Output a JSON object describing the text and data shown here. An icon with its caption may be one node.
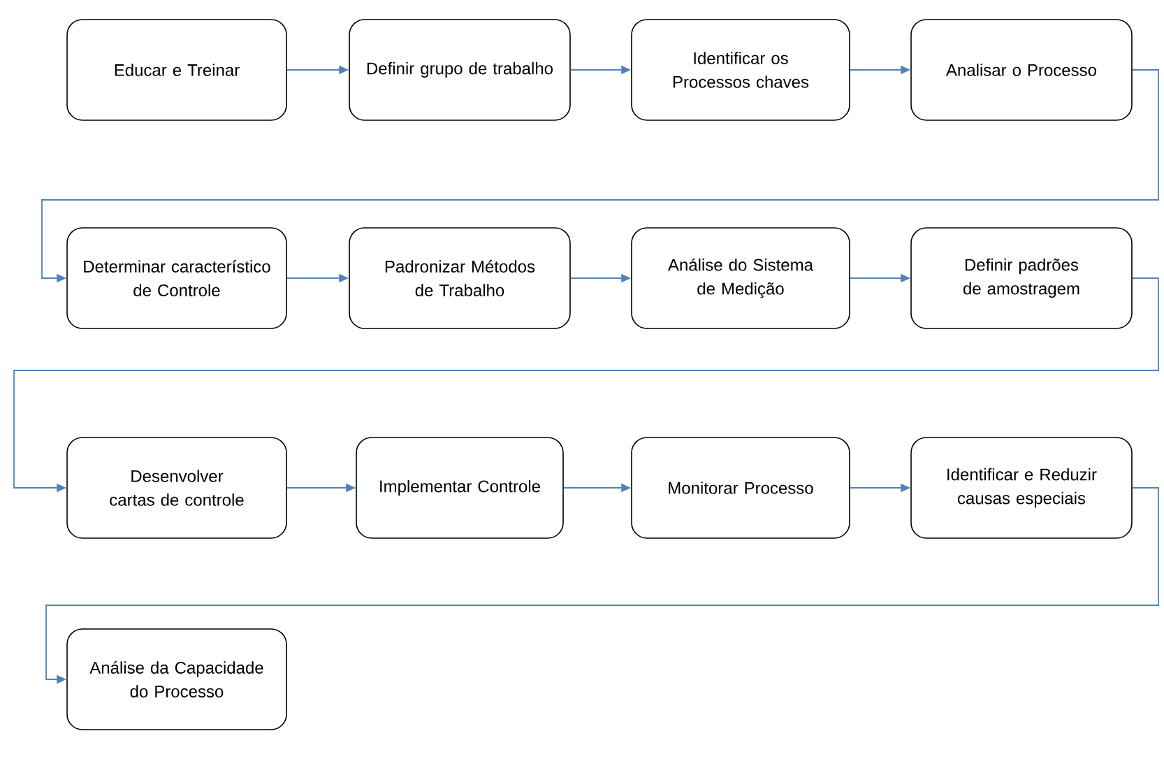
{
  "diagram": {
    "nodes": [
      {
        "text": [
          "Educar e Treinar"
        ]
      },
      {
        "text": [
          "Definir grupo de trabalho"
        ]
      },
      {
        "text": [
          "Identificar os Processos chaves"
        ]
      },
      {
        "text": [
          "Analisar o Processo"
        ]
      },
      {
        "text": [
          "Determinar característico de Controle"
        ]
      },
      {
        "text": [
          "Padronizar Métodos de Trabalho"
        ]
      },
      {
        "text": [
          "Análise do Sistema de Medição"
        ]
      },
      {
        "text": [
          "Definir padrões de amostragem"
        ]
      },
      {
        "text": [
          "Desenvolver cartas de controle"
        ]
      },
      {
        "text": [
          "Implementar Controle"
        ]
      },
      {
        "text": [
          "Monitorar Processo"
        ]
      },
      {
        "text": [
          "Identificar e Reduzir causas especiais"
        ]
      },
      {
        "text": [
          "Análise da Capacidade do Processo"
        ]
      }
    ],
    "edges": [
      {
        "from": 0,
        "to": 1,
        "arrow": "to"
      },
      {
        "from": 1,
        "to": 2,
        "arrow": "to"
      },
      {
        "from": 2,
        "to": 3,
        "arrow": "to"
      },
      {
        "from": 3,
        "to": 4,
        "arrow": "to"
      },
      {
        "from": 4,
        "to": 5,
        "arrow": "to"
      },
      {
        "from": 5,
        "to": 6,
        "arrow": "to"
      },
      {
        "from": 6,
        "to": 7,
        "arrow": "to"
      },
      {
        "from": 7,
        "to": 8,
        "arrow": "to"
      },
      {
        "from": 8,
        "to": 9,
        "arrow": "to"
      },
      {
        "from": 9,
        "to": 10,
        "arrow": "to"
      },
      {
        "from": 10,
        "to": 11,
        "arrow": "to"
      },
      {
        "from": 11,
        "to": 12,
        "arrow": "to"
      }
    ]
  }
}
